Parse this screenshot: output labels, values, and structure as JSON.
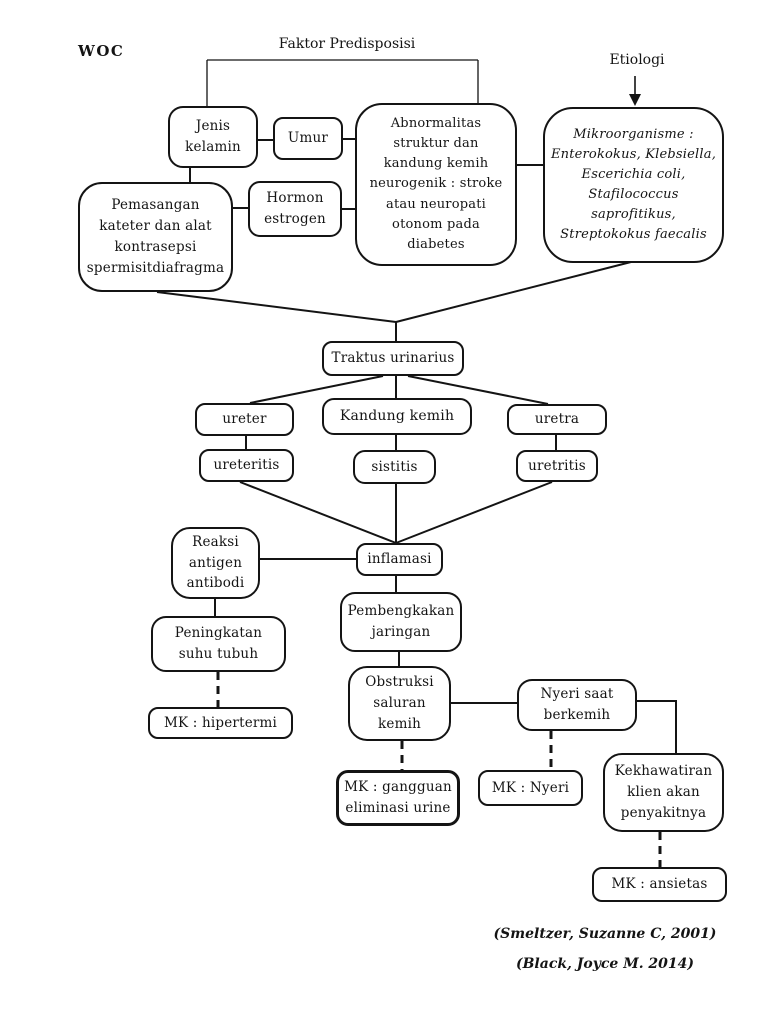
{
  "page": {
    "woc_label": "WOC",
    "faktor_predisposisi_label": "Faktor Predisposisi",
    "etiologi_label": "Etiologi"
  },
  "nodes": {
    "jenis_kelamin": "Jenis kelamin",
    "umur": "Umur",
    "abnormalitas": "Abnormalitas struktur dan kandung kemih neurogenik : stroke atau neuropati otonom pada diabetes",
    "mikroorganisme": "Mikroorganisme : Enterokokus, Klebsiella, Escerichia coli, Stafilococcus saprofitikus, Streptokokus faecalis",
    "pemasangan": "Pemasangan kateter dan alat kontrasepsi spermisitdiafragma",
    "hormon_estrogen": "Hormon estrogen",
    "traktus_urinarius": "Traktus urinarius",
    "ureter": "ureter",
    "kandung_kemih": "Kandung kemih",
    "uretra": "uretra",
    "ureteritis": "ureteritis",
    "sistitis": "sistitis",
    "uretritis": "uretritis",
    "reaksi_antigen_antibodi": "Reaksi antigen antibodi",
    "inflamasi": "inflamasi",
    "peningkatan_suhu_tubuh": "Peningkatan suhu tubuh",
    "mk_hipertermi": "MK : hipertermi",
    "pembengkakan_jaringan": "Pembengkakan jaringan",
    "obstruksi_saluran_kemih": "Obstruksi saluran kemih",
    "nyeri_saat_berkemih": "Nyeri saat berkemih",
    "mk_gangguan_eliminasi": "MK : gangguan eliminasi urine",
    "mk_nyeri": "MK : Nyeri",
    "kekhawatiran_klien": "Kekhawatiran klien akan penyakitnya",
    "mk_ansietas": "MK : ansietas"
  },
  "citations": {
    "0": "(Smeltzer, Suzanne C, 2001)",
    "1": "(Black, Joyce M. 2014)"
  },
  "colors": {
    "line": "#141414",
    "box_border": "#141414",
    "background": "#ffffff"
  }
}
